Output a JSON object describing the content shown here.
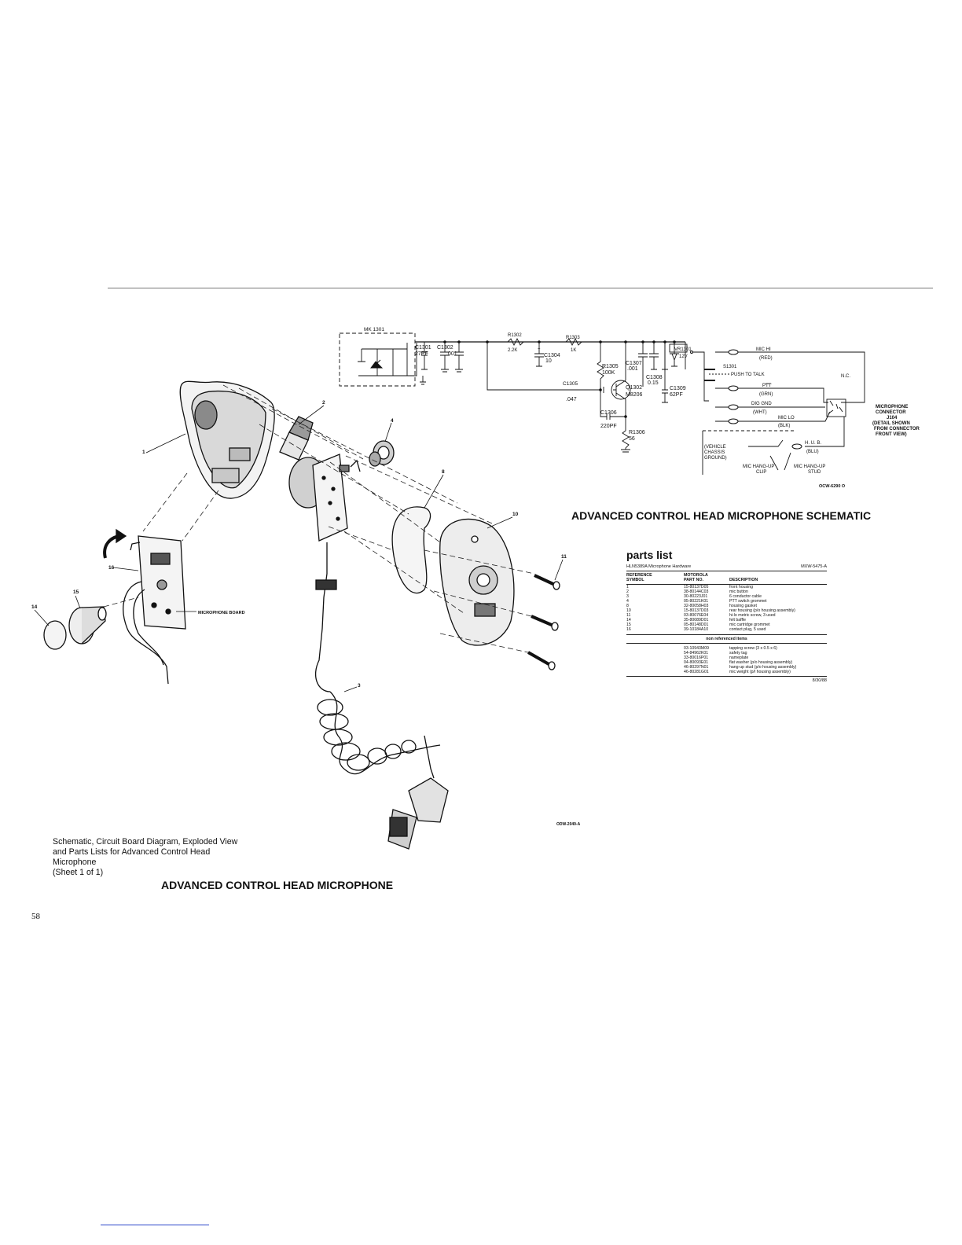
{
  "page": {
    "number": "58",
    "main_title": "ADVANCED CONTROL HEAD MICROPHONE",
    "caption_lines": [
      "Schematic, Circuit Board Diagram, Exploded View",
      "and Parts Lists for Advanced Control Head",
      "Microphone",
      "(Sheet 1 of 1)"
    ],
    "drawing_code": "ODW-2049-A"
  },
  "exploded_view": {
    "callouts": [
      "1",
      "2",
      "3",
      "4",
      "8",
      "10",
      "11",
      "14",
      "15",
      "16"
    ],
    "board_label": "MICROPHONE BOARD"
  },
  "schematic": {
    "title": "ADVANCED CONTROL HEAD MICROPHONE SCHEMATIC",
    "drawing_code": "OCW-6290 O",
    "components": {
      "mk": "MK 1301",
      "c1301": "C1301",
      "c1301_val": "27PF",
      "c1302": "C1302",
      "c1302_val": ".001",
      "r1302": "R1302",
      "r1302_val": "2.2K",
      "r1303": "R1303",
      "r1303_val": "1K",
      "c1304": "C1304",
      "c1304_val": "10",
      "c1304_pol": "+",
      "r1305": "R1305",
      "r1305_val": "100K",
      "c1305": "C1305",
      "c1305_val": ".047",
      "c1306": "C1306",
      "c1306_val": "220PF",
      "c1307": "C1307",
      "c1307_val": ".001",
      "c1308": "C1308",
      "c1308_val": "0.15",
      "c1309": "C1309",
      "c1309_val": "62PF",
      "vr1301": "VR1301",
      "vr1301_val": "12V",
      "q1302": "Q1302",
      "q1302_val": "M8206",
      "r1306": "R1306",
      "r1306_val": "56",
      "s1301": "S1301",
      "s1301_desc": "PUSH TO TALK"
    },
    "wires": {
      "mic_hi": "MIC HI",
      "red": "(RED)",
      "ptt": "PTT",
      "grn": "(GRN)",
      "dig_gnd": "DIG GND",
      "wht": "(WHT)",
      "mic_lo": "MIC LO",
      "blk": "(BLK)",
      "hub": "H. U. B.",
      "blu": "(BLU)",
      "nc": "N.C."
    },
    "vehicle_ground_lines": [
      "(VEHICLE",
      "CHASSIS",
      "GROUND)"
    ],
    "hangup_clip_lines": [
      "MIC HANG-UP",
      "CLIP"
    ],
    "hangup_stud_lines": [
      "MIC HANG-UP",
      "STUD"
    ],
    "connector_lines": [
      "MICROPHONE",
      "CONNECTOR",
      "J104",
      "(DETAIL SHOWN",
      "FROM CONNECTOR",
      "FRONT VIEW)"
    ]
  },
  "parts_list": {
    "heading": "parts list",
    "kit": "HLN5389A Microphone Hardware",
    "doc": "MXW-5475-A",
    "col_ref": [
      "REFERENCE",
      "SYMBOL"
    ],
    "col_part": [
      "MOTOROLA",
      "PART NO."
    ],
    "col_desc": "DESCRIPTION",
    "rows": [
      {
        "ref": "1",
        "part": "15-80137D05",
        "desc": "front housing"
      },
      {
        "ref": "2",
        "part": "38-80144C03",
        "desc": "mic button"
      },
      {
        "ref": "3",
        "part": "30-80223J01",
        "desc": "6 conductor cable"
      },
      {
        "ref": "4",
        "part": "05-80221K01",
        "desc": "PTT switch grommet"
      },
      {
        "ref": "8",
        "part": "32-80058H03",
        "desc": "housing gasket"
      },
      {
        "ref": "10",
        "part": "15-80137D03",
        "desc": "rear housing (p/o housing assembly)"
      },
      {
        "ref": "11",
        "part": "03-80076E04",
        "desc": "hi-lo metric screw, 3 used"
      },
      {
        "ref": "14",
        "part": "35-80089D01",
        "desc": "felt baffle"
      },
      {
        "ref": "15",
        "part": "05-80148D01",
        "desc": "mic cartridge grommet"
      },
      {
        "ref": "16",
        "part": "39-10184A10",
        "desc": "contact plug, 5 used"
      }
    ],
    "non_ref_heading": "non referenced items",
    "non_ref_rows": [
      {
        "part": "03-10943M09",
        "desc": "tapping screw (3 x 0.5 x 6)"
      },
      {
        "part": "54-84962K01",
        "desc": "safety tag"
      },
      {
        "part": "33-80016P01",
        "desc": "nameplate"
      },
      {
        "part": "04-80093E01",
        "desc": "flat washer (p/o housing assembly)"
      },
      {
        "part": "46-80297N01",
        "desc": "hang-up stud (p/o housing assembly)"
      },
      {
        "part": "46-80281G01",
        "desc": "mic weight (p/l housing assembly)"
      }
    ],
    "date": "8/30/88"
  }
}
